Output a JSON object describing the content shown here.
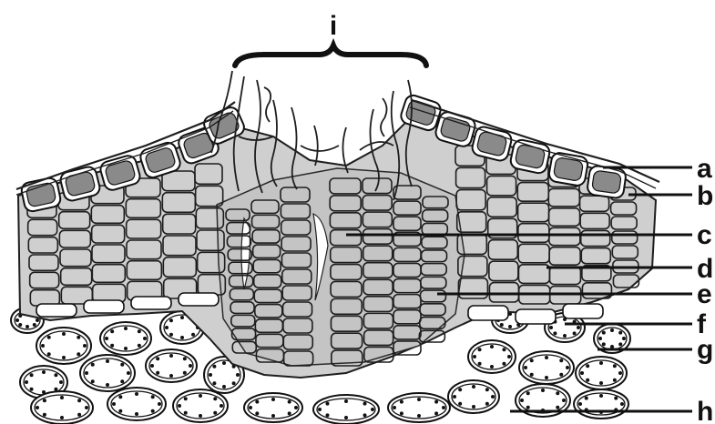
{
  "figure": {
    "title": "",
    "labels": [
      {
        "id": "a",
        "text": "a"
      },
      {
        "id": "b",
        "text": "b"
      },
      {
        "id": "c",
        "text": "c"
      },
      {
        "id": "d",
        "text": "d"
      },
      {
        "id": "e",
        "text": "e"
      },
      {
        "id": "f",
        "text": "f"
      },
      {
        "id": "g",
        "text": "g"
      },
      {
        "id": "h",
        "text": "h"
      }
    ],
    "bracket_label": "i"
  },
  "colors": {
    "ink": "#111111",
    "tissue_fill": "#cfcfcf",
    "cork_fill": "#8a8a8a",
    "cell_fill": "#ffffff"
  }
}
